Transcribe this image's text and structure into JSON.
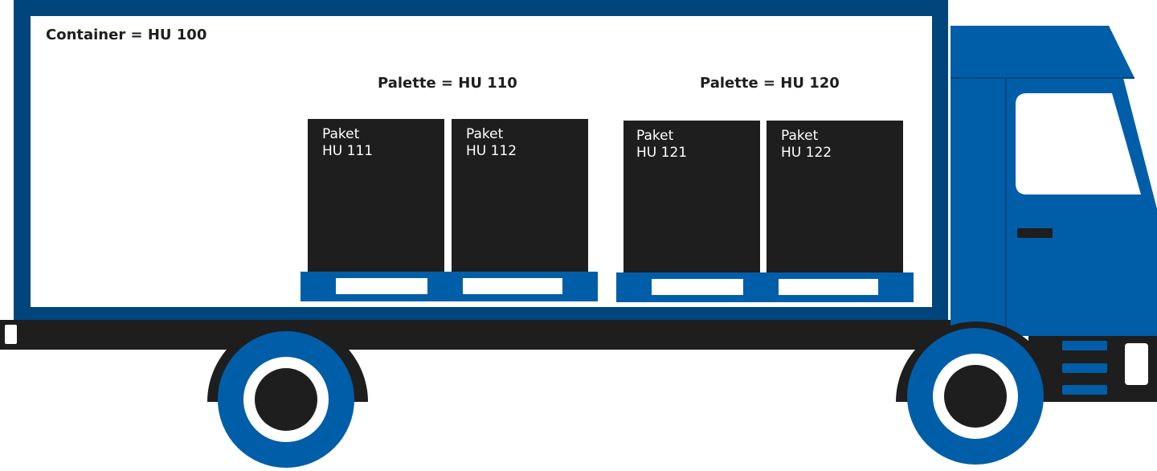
{
  "container": {
    "label": "Container = HU 100"
  },
  "pallets": [
    {
      "label": "Palette = HU 110",
      "packages": [
        {
          "line1": "Paket",
          "line2": "HU 111"
        },
        {
          "line1": "Paket",
          "line2": "HU 112"
        }
      ]
    },
    {
      "label": "Palette = HU 120",
      "packages": [
        {
          "line1": "Paket",
          "line2": "HU 121"
        },
        {
          "line1": "Paket",
          "line2": "HU 122"
        }
      ]
    }
  ],
  "colors": {
    "box_frame": "#00457c",
    "cab_blue": "#005ea8",
    "chassis": "#1e1e1e",
    "package": "#1e1e1e",
    "pallet": "#005ea8",
    "background": "#ffffff"
  }
}
